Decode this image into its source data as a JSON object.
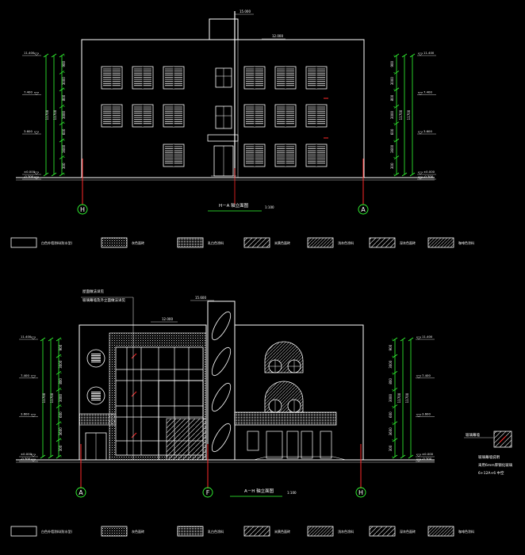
{
  "elev1": {
    "title": "H－A 轴立面图",
    "scale": "1:100",
    "axes": [
      "H",
      "A"
    ],
    "level_top": "12.000",
    "level_parapet": "15.000",
    "levels_left": [
      "11.400",
      "7.400",
      "3.600",
      "±0.000",
      "-0.300"
    ],
    "levels_right": [
      "11.400",
      "7.400",
      "3.600",
      "±0.000",
      "-0.300"
    ],
    "dims": [
      "900",
      "3000",
      "800",
      "3000",
      "600",
      "3600",
      "300"
    ],
    "total_dims": [
      "11700",
      "11700"
    ]
  },
  "elev2": {
    "title": "A－H 轴立面图",
    "scale": "1:100",
    "axes": [
      "A",
      "F",
      "H"
    ],
    "level_top": "12.000",
    "level_tower": "15.600",
    "levels_left": [
      "11.400",
      "7.400",
      "3.600",
      "±0.000",
      "-0.300"
    ],
    "levels_right": [
      "11.400",
      "7.400",
      "3.600",
      "±0.000",
      "-0.300"
    ],
    "dims": [
      "900",
      "3000",
      "800",
      "3000",
      "600",
      "3600",
      "300"
    ],
    "total_dims": [
      "11700",
      "11700"
    ],
    "note1": "屋面做法详见",
    "note2": "玻璃幕墙及外立面做法详见"
  },
  "legend": [
    "白色外墙涂料(防水型)",
    "灰色面砖",
    "乳白色涂料",
    "米黄色面砖",
    "浅灰色涂料",
    "深灰色面砖",
    "咖啡色涂料"
  ],
  "legend2": [
    "白色外墙涂料(防水型)",
    "灰色面砖",
    "乳白色涂料",
    "米黄色面砖",
    "浅灰色涂料",
    "深灰色面砖",
    "咖啡色涂料"
  ],
  "side_note": {
    "label": "玻璃幕墙",
    "lines": [
      "玻璃幕墙说明",
      "采用6mm厚钢化玻璃",
      "6+12A+6  中空"
    ]
  }
}
